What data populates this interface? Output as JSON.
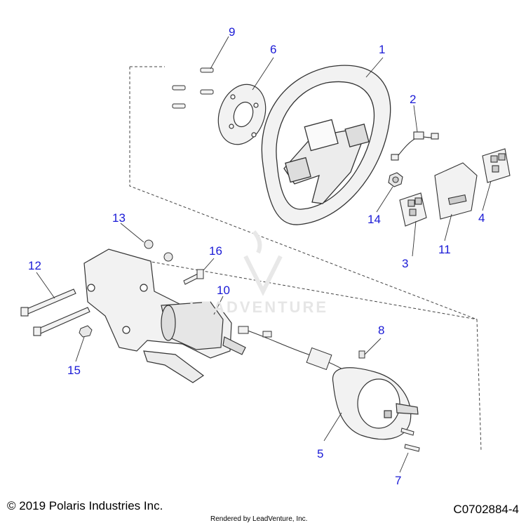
{
  "diagram": {
    "accent_color": "#1a1ad6",
    "line_color": "#333333",
    "part_fill": "#f2f2f2",
    "callouts": [
      {
        "id": "c1",
        "label": "1"
      },
      {
        "id": "c2",
        "label": "2"
      },
      {
        "id": "c3",
        "label": "3"
      },
      {
        "id": "c4",
        "label": "4"
      },
      {
        "id": "c5",
        "label": "5"
      },
      {
        "id": "c6",
        "label": "6"
      },
      {
        "id": "c7",
        "label": "7"
      },
      {
        "id": "c8",
        "label": "8"
      },
      {
        "id": "c9",
        "label": "9"
      },
      {
        "id": "c10",
        "label": "10"
      },
      {
        "id": "c11",
        "label": "11"
      },
      {
        "id": "c12",
        "label": "12"
      },
      {
        "id": "c13",
        "label": "13"
      },
      {
        "id": "c14",
        "label": "14"
      },
      {
        "id": "c15",
        "label": "15"
      },
      {
        "id": "c16",
        "label": "16"
      }
    ]
  },
  "footer": {
    "copyright": "© 2019 Polaris Industries Inc.",
    "rendered_by": "Rendered by LeadVenture, Inc.",
    "drawing_id": "C0702884-4"
  },
  "watermark": {
    "text": "LEADVENTURE"
  }
}
